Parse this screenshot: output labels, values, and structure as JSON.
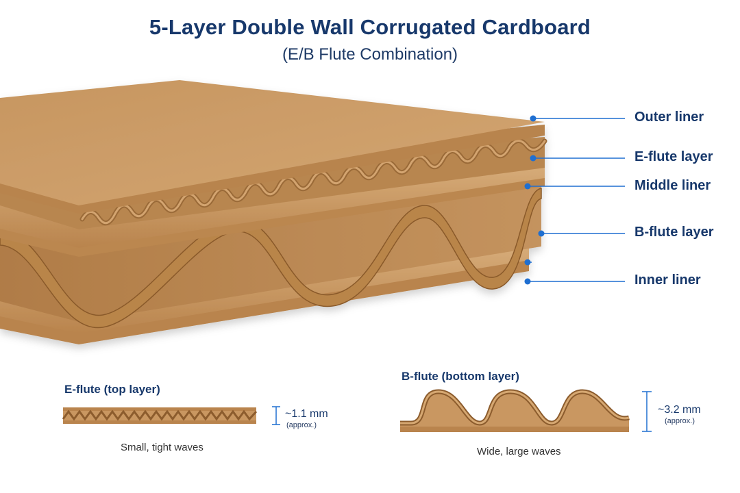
{
  "title": "5-Layer Double Wall Corrugated Cardboard",
  "subtitle": "(E/B Flute Combination)",
  "layers": [
    {
      "label": "Outer liner"
    },
    {
      "label": "E-flute layer"
    },
    {
      "label": "Middle liner"
    },
    {
      "label": "B-flute layer"
    },
    {
      "label": "Inner liner"
    }
  ],
  "details": {
    "e_flute": {
      "title": "E-flute (top layer)",
      "thickness": "~1.1 mm",
      "approx": "(approx.)",
      "caption": "Small, tight waves"
    },
    "b_flute": {
      "title": "B-flute (bottom layer)",
      "thickness": "~3.2 mm",
      "approx": "(approx.)",
      "caption": "Wide, large waves"
    }
  },
  "colors": {
    "accent": "#1f6fd1",
    "heading": "#17386b",
    "cardboard": "#c9955e",
    "cardboard_dark": "#a8743f"
  }
}
